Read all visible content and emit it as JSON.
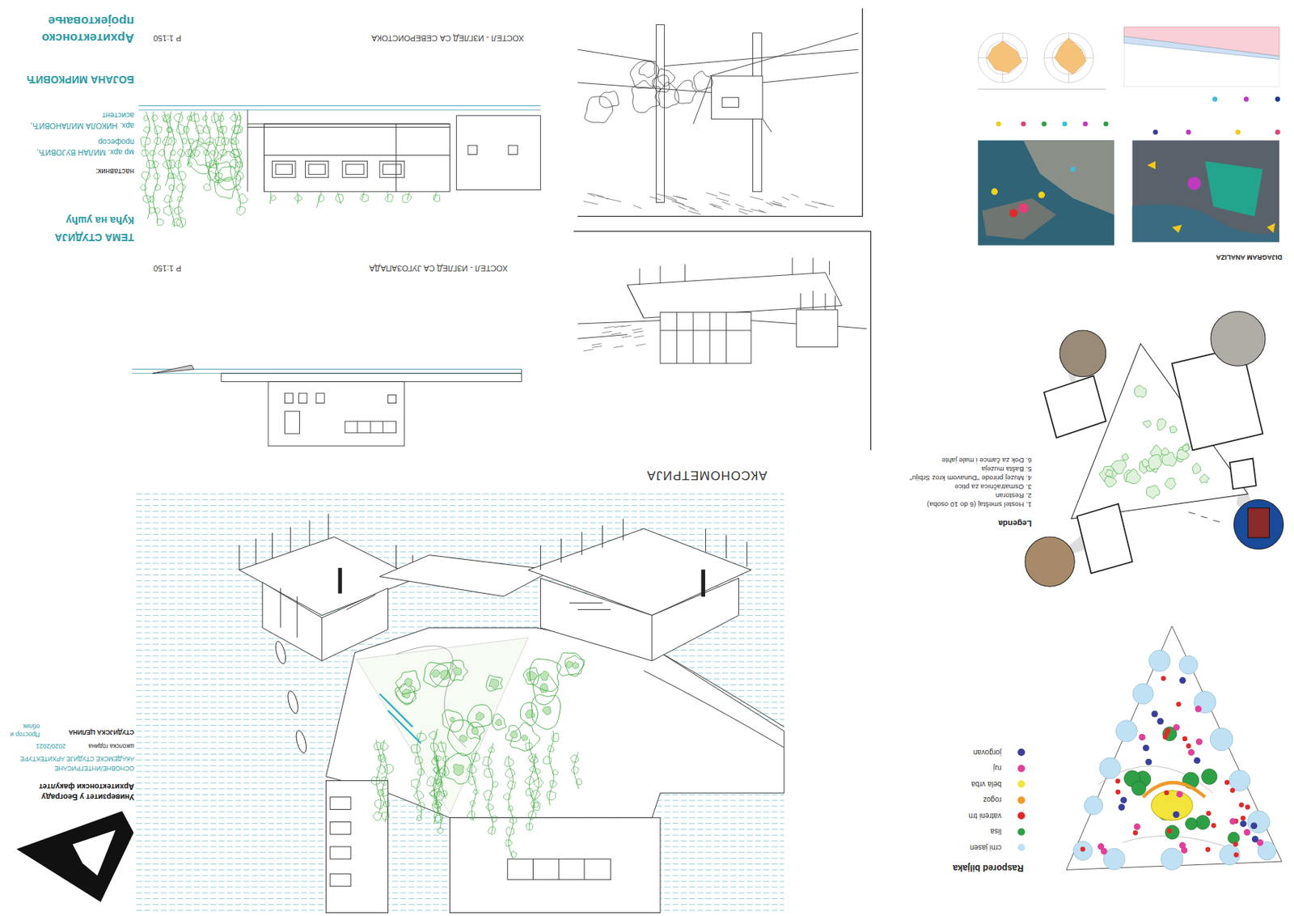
{
  "diagram": {
    "labels": [
      "Raspored biljaka",
      "Legenda",
      "1. Hostel smeštaj (6 do 10 osoba)",
      "2. Restoran",
      "3. Osmatračnica za ptice",
      "4. Muzej prirode \"Dunavom kroz Srbiju\"",
      "5. Bašta muzeja",
      "6. Dok za čamce i male jahte",
      "DIJAGRAM ANALIZA",
      "АКСОНОМЕТРИЈА",
      "ХОСТЕЛ - ИЗГЛЕД СА ЈУГОЗАПАДА",
      "Р 1:150",
      "ХОСТЕЛ - ИЗГЛЕД СА СЕВЕРОИСТОКА",
      "Р 1:150",
      "Универзитет у Београду Архитектонски факултет",
      "ОСНОВНЕ/ИНТЕГРИСАНЕ",
      "АКАДЕМСКЕ СТУДИЈЕ АРХИТЕКТУРЕ",
      "школска година",
      "2020/2021",
      "СТУДИЈСКА ЦЕЛИНА",
      "Простор и облик",
      "ТЕМА СТУДИЈА",
      "Кућа на ушћу",
      "наставник:",
      "мр арх. МИЛАН ВУЈОВИЋ, професор",
      "арх. НИКОЛА МИЛАНОВИЋ, асистент",
      "БОЈАНА МИРКОВИЋ",
      "Архитектонско пројектовање"
    ],
    "legend": [
      {
        "text": "crni jasen",
        "color": "#bfe1f3"
      },
      {
        "text": "lisa",
        "color": "#2f9f45"
      },
      {
        "text": "vatreni trn",
        "color": "#e02a2a"
      },
      {
        "text": "rogoz",
        "color": "#f09a2a"
      },
      {
        "text": "bela vrba",
        "color": "#f2e43a"
      },
      {
        "text": "ruj",
        "color": "#e0409a"
      },
      {
        "text": "jorgovan",
        "color": "#3a3f9a"
      }
    ]
  }
}
